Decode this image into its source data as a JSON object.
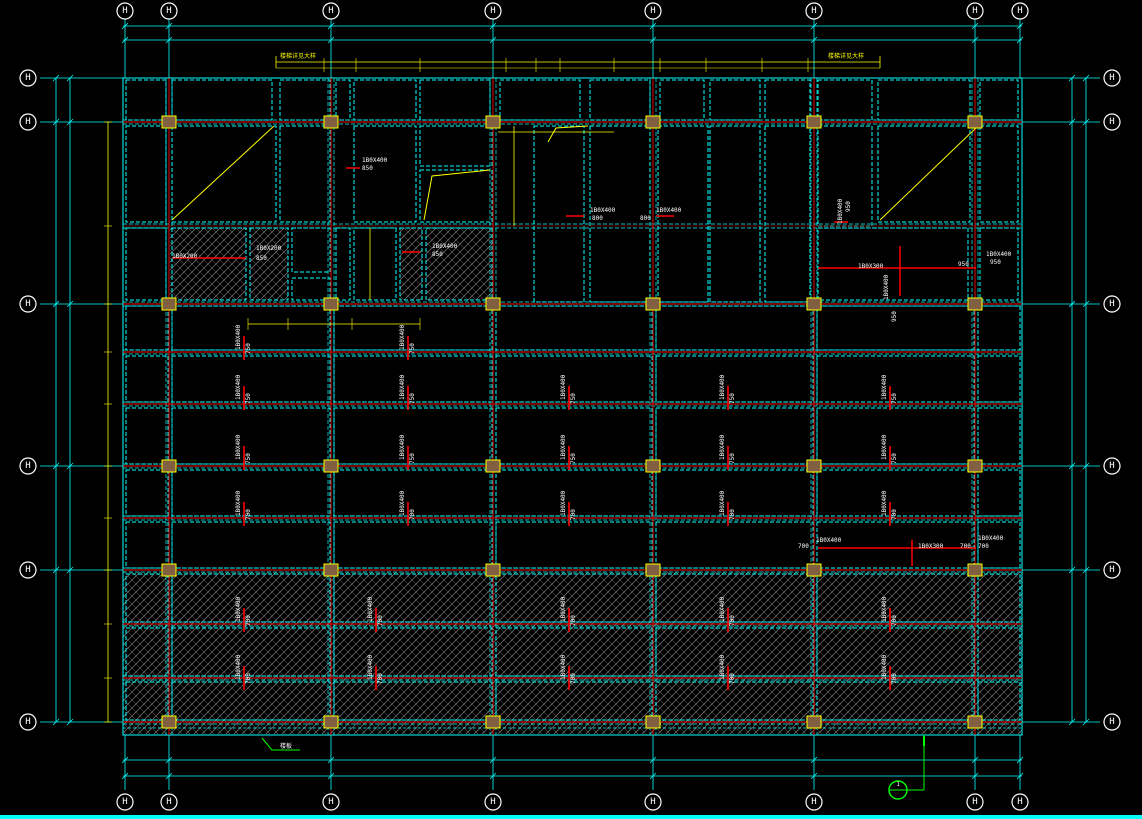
{
  "colors": {
    "background": "#000000",
    "axis_line": "#00ffff",
    "beam": "#ff0000",
    "slab_edge": "#00ffff",
    "dimension": "#ffff00",
    "column_fill": "#806040",
    "column_edge": "#ffff00",
    "leader": "#00ff00",
    "hatch": "#ffffff",
    "bottom_bar": "#00ffff"
  },
  "grid_top_labels": [
    "H",
    "H",
    "H",
    "H",
    "H",
    "H",
    "H",
    "H"
  ],
  "grid_bottom_labels": [
    "H",
    "H",
    "H",
    "H",
    "H",
    "H",
    "H",
    "H"
  ],
  "grid_left_labels": [
    "H",
    "H",
    "H",
    "H",
    "H",
    "H"
  ],
  "grid_right_labels": [
    "H",
    "H",
    "H",
    "H",
    "H",
    "H"
  ],
  "section_marker": {
    "label": "1",
    "sub": "—"
  },
  "dimension_labels": {
    "top_left": "楼梯详见大样",
    "top_right": "楼梯详见大样",
    "bottom_left": "楼板"
  },
  "beam_labels": {
    "upper_a": "1B0X400",
    "upper_a2": "850",
    "upper_b": "1B0X400",
    "upper_b2": "800",
    "upper_c": "1B0X400",
    "upper_c2": "800",
    "upper_d": "1B0X200",
    "upper_d2": "850",
    "upper_e": "1B0X200",
    "upper_e2": "850",
    "upper_f": "1B0X400",
    "upper_f2": "850",
    "upper_g": "1B0X300",
    "upper_g2": "950",
    "upper_h": "1B0X400",
    "upper_h2": "950",
    "upper_i": "1B0X400",
    "upper_i2": "950",
    "row_label": "1B0X400",
    "row_label2": "750",
    "row_label3": "700",
    "low_left": "1B0X400",
    "low_left2": "700",
    "low_right": "1B0X300",
    "low_right2": "700",
    "low_right3": "1B0X400",
    "low_right4": "700"
  }
}
